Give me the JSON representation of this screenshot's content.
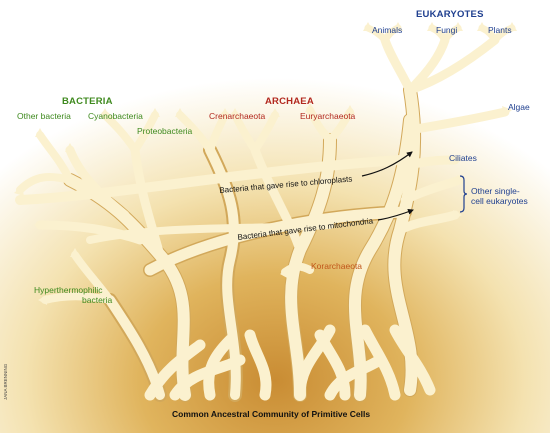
{
  "groups": {
    "eukaryotes": "EUKARYOTES",
    "bacteria": "BACTERIA",
    "archaea": "ARCHAEA"
  },
  "eukaryote_labels": {
    "animals": "Animals",
    "fungi": "Fungi",
    "plants": "Plants",
    "algae": "Algae",
    "ciliates": "Ciliates",
    "other_single_cell_1": "Other single-",
    "other_single_cell_2": "cell eukaryotes"
  },
  "bacteria_labels": {
    "other": "Other bacteria",
    "cyano": "Cyanobacteria",
    "proteo": "Proteobacteria",
    "hyper_1": "Hyperthermophilic",
    "hyper_2": "bacteria"
  },
  "archaea_labels": {
    "cren": "Crenarchaeota",
    "eury": "Euryarchaeota",
    "kor": "Korarchaeota"
  },
  "transfers": {
    "chloroplasts": "Bacteria that gave rise to chloroplasts",
    "mitochondria": "Bacteria that gave rise to mitochondria"
  },
  "footer": "Common Ancestral Community of Primitive Cells",
  "credit": "JANA BRENNING",
  "colors": {
    "branch": "#fbf1cf",
    "branch_outline": "#d6b062",
    "glow_center": "#c9923a",
    "glow_edge": "#ffffff",
    "bacteria": "#3f8a1f",
    "archaea": "#b2281e",
    "eukaryotes": "#1f3f8f",
    "korarchaeota": "#c0561a"
  }
}
